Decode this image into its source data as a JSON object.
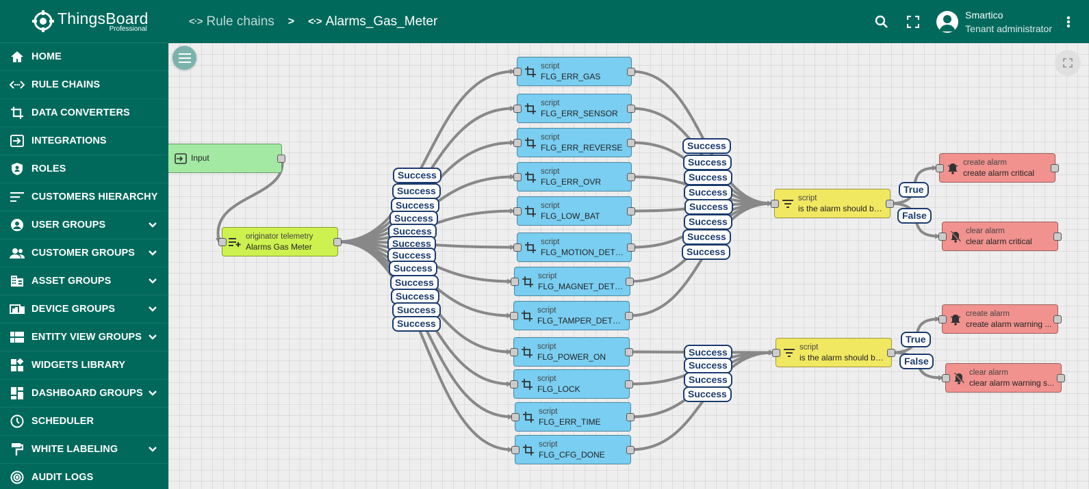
{
  "app": {
    "logo_title": "ThingsBoard",
    "logo_subtitle": "Professional"
  },
  "sidebar": {
    "items": [
      {
        "label": "HOME",
        "icon": "home-icon",
        "expandable": false
      },
      {
        "label": "RULE CHAINS",
        "icon": "rule-chains-icon",
        "expandable": false
      },
      {
        "label": "DATA CONVERTERS",
        "icon": "data-converters-icon",
        "expandable": false
      },
      {
        "label": "INTEGRATIONS",
        "icon": "integrations-icon",
        "expandable": false
      },
      {
        "label": "ROLES",
        "icon": "roles-icon",
        "expandable": false
      },
      {
        "label": "CUSTOMERS HIERARCHY",
        "icon": "customers-hierarchy-icon",
        "expandable": false
      },
      {
        "label": "USER GROUPS",
        "icon": "user-groups-icon",
        "expandable": true
      },
      {
        "label": "CUSTOMER GROUPS",
        "icon": "customer-groups-icon",
        "expandable": true
      },
      {
        "label": "ASSET GROUPS",
        "icon": "asset-groups-icon",
        "expandable": true
      },
      {
        "label": "DEVICE GROUPS",
        "icon": "device-groups-icon",
        "expandable": true
      },
      {
        "label": "ENTITY VIEW GROUPS",
        "icon": "entity-view-groups-icon",
        "expandable": true
      },
      {
        "label": "WIDGETS LIBRARY",
        "icon": "widgets-library-icon",
        "expandable": false
      },
      {
        "label": "DASHBOARD GROUPS",
        "icon": "dashboard-groups-icon",
        "expandable": true
      },
      {
        "label": "SCHEDULER",
        "icon": "scheduler-icon",
        "expandable": false
      },
      {
        "label": "WHITE LABELING",
        "icon": "white-labeling-icon",
        "expandable": true
      },
      {
        "label": "AUDIT LOGS",
        "icon": "audit-logs-icon",
        "expandable": false
      }
    ]
  },
  "header": {
    "breadcrumb": [
      {
        "label": "Rule chains",
        "icon": "rule-chains-icon"
      },
      {
        "label": "Alarms_Gas_Meter",
        "icon": "rule-chains-icon"
      }
    ],
    "breadcrumb_separator": ">",
    "user_name": "Smartico",
    "user_role": "Tenant administrator"
  },
  "colors": {
    "primary": "#00695c",
    "input_node": "#a3e9a4",
    "transform_node": "#cdf14e",
    "script_node": "#79cef1",
    "filter_node": "#f1e861",
    "action_node": "#f1928f",
    "link": "#888888",
    "link_label": "#1a3b6e"
  },
  "rule_chain": {
    "nodes": [
      {
        "id": "input",
        "type": "",
        "name": "Input",
        "kind": "input"
      },
      {
        "id": "ot",
        "type": "originator telemetry",
        "name": "Alarms Gas Meter",
        "kind": "transform"
      },
      {
        "id": "s1",
        "type": "script",
        "name": "FLG_ERR_GAS",
        "kind": "script"
      },
      {
        "id": "s2",
        "type": "script",
        "name": "FLG_ERR_SENSOR",
        "kind": "script"
      },
      {
        "id": "s3",
        "type": "script",
        "name": "FLG_ERR_REVERSE",
        "kind": "script"
      },
      {
        "id": "s4",
        "type": "script",
        "name": "FLG_ERR_OVR",
        "kind": "script"
      },
      {
        "id": "s5",
        "type": "script",
        "name": "FLG_LOW_BAT",
        "kind": "script"
      },
      {
        "id": "s6",
        "type": "script",
        "name": "FLG_MOTION_DETECT",
        "kind": "script"
      },
      {
        "id": "s7",
        "type": "script",
        "name": "FLG_MAGNET_DETECT",
        "kind": "script"
      },
      {
        "id": "s8",
        "type": "script",
        "name": "FLG_TAMPER_DETECT",
        "kind": "script"
      },
      {
        "id": "s9",
        "type": "script",
        "name": "FLG_POWER_ON",
        "kind": "script"
      },
      {
        "id": "s10",
        "type": "script",
        "name": "FLG_LOCK",
        "kind": "script"
      },
      {
        "id": "s11",
        "type": "script",
        "name": "FLG_ERR_TIME",
        "kind": "script"
      },
      {
        "id": "s12",
        "type": "script",
        "name": "FLG_CFG_DONE",
        "kind": "script"
      },
      {
        "id": "f1",
        "type": "script",
        "name": "is the alarm should be...",
        "kind": "filter"
      },
      {
        "id": "f2",
        "type": "script",
        "name": "is the alarm should be...",
        "kind": "filter"
      },
      {
        "id": "a1",
        "type": "create alarm",
        "name": "create alarm critical",
        "kind": "create"
      },
      {
        "id": "a2",
        "type": "clear alarm",
        "name": "clear alarm critical",
        "kind": "clear"
      },
      {
        "id": "a3",
        "type": "create alarm",
        "name": "create alarm warning ...",
        "kind": "create"
      },
      {
        "id": "a4",
        "type": "clear alarm",
        "name": "clear alarm warning s...",
        "kind": "clear"
      }
    ],
    "link_labels": {
      "success": "Success",
      "true": "True",
      "false": "False"
    }
  }
}
